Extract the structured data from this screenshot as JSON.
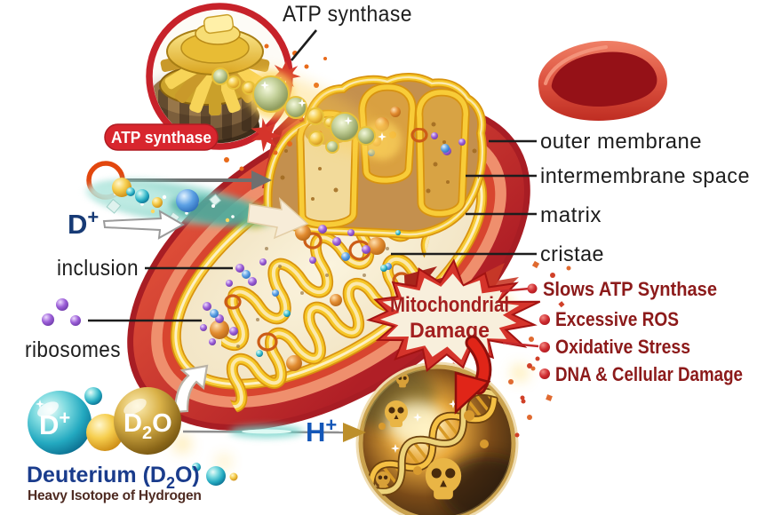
{
  "figure": {
    "description": "Mitochondrion cross-section diagram showing deuterium (heavy hydrogen) induced mitochondrial damage"
  },
  "atp_inset": {
    "label": "ATP synthase",
    "badge": "ATP synthase"
  },
  "membrane_labels": {
    "outer": "outer membrane",
    "intermembrane": "intermembrane space",
    "matrix": "matrix",
    "cristae": "cristae"
  },
  "organelle_labels": {
    "inclusion": "inclusion",
    "ribosomes": "ribosomes"
  },
  "ions": {
    "d_plus": {
      "base": "D",
      "sup": "+"
    },
    "h_plus": {
      "base": "H",
      "sup": "+"
    },
    "d2o": {
      "base": "D",
      "sub": "2",
      "post": "O"
    }
  },
  "deuterium": {
    "title_pre": "Deuterium (D",
    "title_sub": "2",
    "title_post": "O)",
    "subtitle": "Heavy Isotope of Hydrogen"
  },
  "damage": {
    "line1": "Mitochondrial",
    "line2": "Damage",
    "effects": [
      {
        "label": "Slows ATP Synthase"
      },
      {
        "label": "Excessive ROS"
      },
      {
        "label": "Oxidative Stress"
      },
      {
        "label": "DNA & Cellular Damage"
      }
    ]
  },
  "colors": {
    "accent_red": "#c7222a",
    "badge_red": "#d8262e",
    "label_black": "#1d1d1d",
    "damage_text": "#a31f1f",
    "list_text": "#8c1a1a",
    "bullet_red": "#c2292c",
    "deuterium_navy": "#1a3c8c",
    "subtitle_maroon": "#4f2b22",
    "ion_blue": "#1457b8",
    "ion_navy": "#173a75",
    "membrane_red": "#d93a2c",
    "crista_gold": "#f2c335",
    "matrix_cream": "#f4e8cc"
  }
}
